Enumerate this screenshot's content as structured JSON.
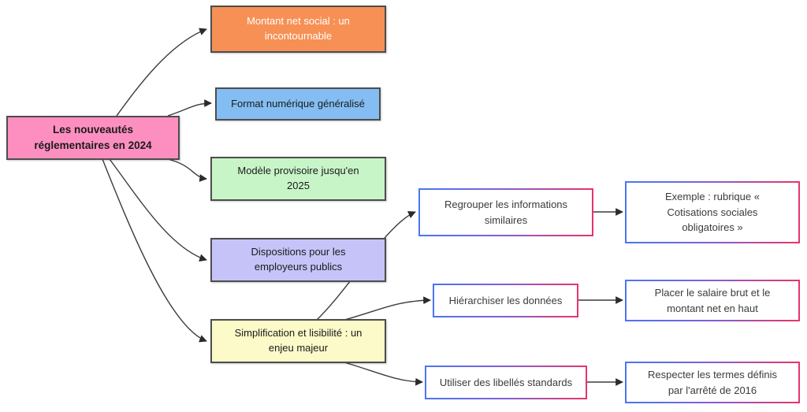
{
  "diagram": {
    "title": "Les nouveautés réglementaires en 2024",
    "type": "flowchart",
    "direction": "left-to-right",
    "background": "#ffffff"
  },
  "colors": {
    "root_fill": "#fd8fc0",
    "orange_fill": "#f79055",
    "blue_fill": "#84bdf2",
    "green_fill": "#c8f5c8",
    "purple_fill": "#c5c3f8",
    "yellow_fill": "#fbfac8",
    "node_stroke": "#4d4d4d",
    "gradient_start": "#4a76f0",
    "gradient_end": "#e8336b",
    "edge_stroke": "#3b3b3b",
    "white_text": "#ffffff",
    "dark_text": "#1a1a1a"
  },
  "nodes": {
    "root": {
      "label": "Les nouveautés\nréglementaires en 2024",
      "fill": "#fd8fc0",
      "text_color": "#1a1a1a"
    },
    "branch_1": {
      "label": "Montant net social : un\nincontournable",
      "fill": "#f79055",
      "text_color": "#ffffff"
    },
    "branch_2": {
      "label": "Format numérique généralisé",
      "fill": "#84bdf2",
      "text_color": "#1a1a1a"
    },
    "branch_3": {
      "label": "Modèle provisoire jusqu'en\n2025",
      "fill": "#c8f5c8",
      "text_color": "#1a1a1a"
    },
    "branch_4": {
      "label": "Dispositions pour les\nemployeurs publics",
      "fill": "#c5c3f8",
      "text_color": "#1a1a1a"
    },
    "branch_5": {
      "label": "Simplification et lisibilité : un\nenjeu majeur",
      "fill": "#fbfac8",
      "text_color": "#1a1a1a"
    },
    "sub_1": {
      "label": "Regrouper les informations\nsimilaires"
    },
    "sub_2": {
      "label": "Hiérarchiser les données"
    },
    "sub_3": {
      "label": "Utiliser des libellés standards"
    },
    "detail_1": {
      "label": "Exemple : rubrique «\nCotisations sociales\nobligatoires »"
    },
    "detail_2": {
      "label": "Placer le salaire brut et le\nmontant net en haut"
    },
    "detail_3": {
      "label": "Respecter les termes définis\npar l'arrêté de 2016"
    }
  },
  "edges": [
    {
      "from": "root",
      "to": "branch_1"
    },
    {
      "from": "root",
      "to": "branch_2"
    },
    {
      "from": "root",
      "to": "branch_3"
    },
    {
      "from": "root",
      "to": "branch_4"
    },
    {
      "from": "root",
      "to": "branch_5"
    },
    {
      "from": "branch_5",
      "to": "sub_1"
    },
    {
      "from": "branch_5",
      "to": "sub_2"
    },
    {
      "from": "branch_5",
      "to": "sub_3"
    },
    {
      "from": "sub_1",
      "to": "detail_1"
    },
    {
      "from": "sub_2",
      "to": "detail_2"
    },
    {
      "from": "sub_3",
      "to": "detail_3"
    }
  ]
}
